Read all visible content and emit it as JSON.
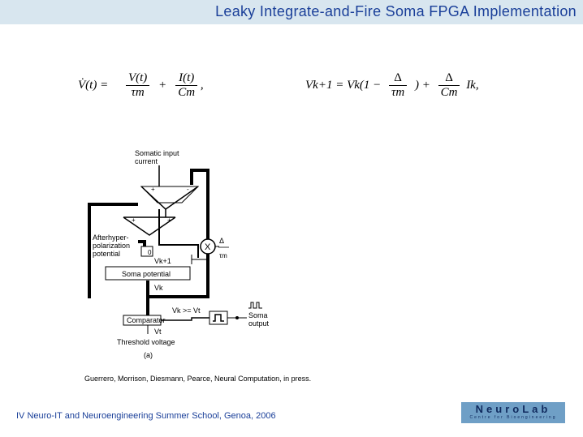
{
  "header": {
    "title": "Leaky Integrate-and-Fire Soma FPGA Implementation"
  },
  "equations": {
    "continuous": {
      "lhs": "V̇(t) =",
      "num1": "V(t)",
      "den1": "τm",
      "plus": "+",
      "num2": "I(t)",
      "den2": "Cm",
      "tail": ","
    },
    "discrete": {
      "lhs": "Vk+1 = Vk(1 −",
      "num1": "Δ",
      "den1": "τm",
      "mid": ") +",
      "num2": "Δ",
      "den2": "Cm",
      "tail": "Ik,"
    }
  },
  "diagram": {
    "somatic_input": [
      "Somatic input",
      "current"
    ],
    "afterhyper": [
      "Afterhyper-",
      "polarization",
      "potential"
    ],
    "soma_potential": "Soma potential",
    "comparator": "Comparator",
    "threshold": "Threshold voltage",
    "soma_output": [
      "Soma",
      "output"
    ],
    "multiply": "X",
    "delta": "Δ",
    "tau": "τm",
    "vk1": "Vk+1",
    "vk": "Vk",
    "vt": "Vt",
    "cond": "Vk >= Vt",
    "plus": "+",
    "minus": "-",
    "delay": "0",
    "label_a": "(a)"
  },
  "caption": "Guerrero, Morrison, Diesmann, Pearce, Neural Computation, in press.",
  "footer": {
    "text": "IV Neuro-IT and Neuroengineering Summer School, Genoa, 2006"
  },
  "logo": {
    "name": "NeuroLab",
    "subtitle": "Centre for Bioengineering"
  }
}
